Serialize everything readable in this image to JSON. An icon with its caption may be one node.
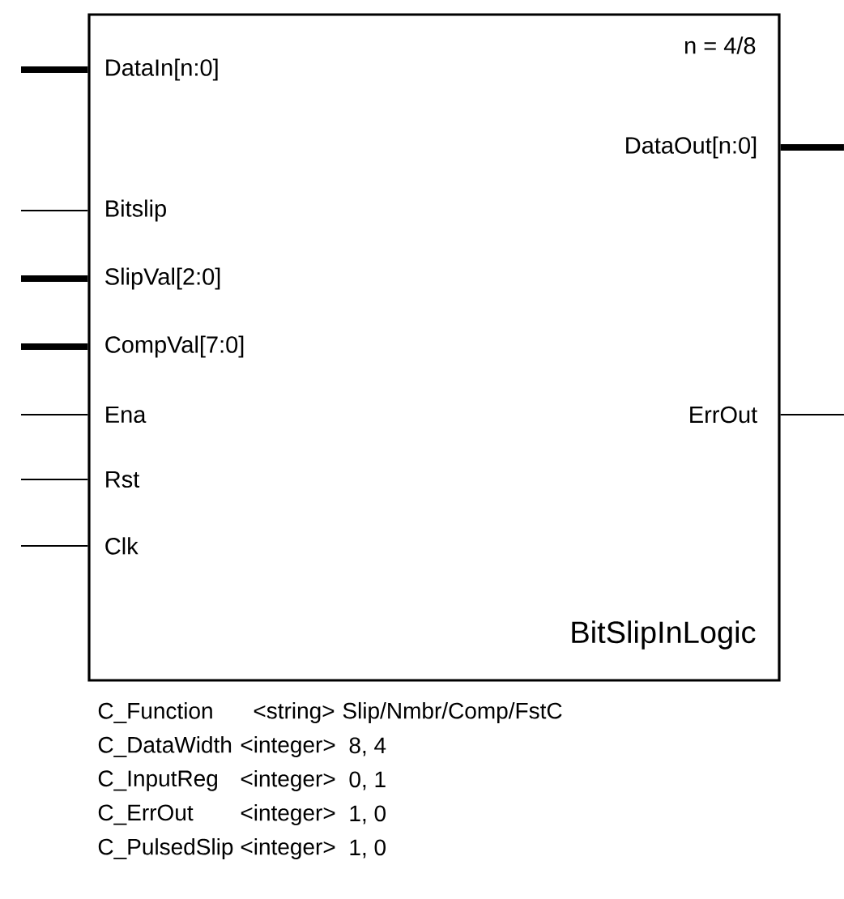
{
  "diagram": {
    "nodes": [
      {
        "text": [
          "n = 4/8",
          "BitSlipInLogic"
        ]
      },
      {
        "text": [
          "DataIn[n:0]"
        ],
        "in": 0
      },
      {
        "text": [
          "DataOut[n:0]"
        ],
        "in": 0
      },
      {
        "text": [
          "Bitslip"
        ],
        "in": 0
      },
      {
        "text": [
          "SlipVal[2:0]"
        ],
        "in": 0
      },
      {
        "text": [
          "CompVal[7:0]"
        ],
        "in": 0
      },
      {
        "text": [
          "Ena"
        ],
        "in": 0
      },
      {
        "text": [
          "ErrOut"
        ],
        "in": 0
      },
      {
        "text": [
          "Rst"
        ],
        "in": 0
      },
      {
        "text": [
          "Clk"
        ],
        "in": 0
      }
    ],
    "edges": [
      {
        "from": null,
        "to": 1,
        "arrow": "none",
        "style": "thick"
      },
      {
        "from": 2,
        "to": null,
        "arrow": "none",
        "style": "thick"
      },
      {
        "from": null,
        "to": 3,
        "arrow": "none"
      },
      {
        "from": null,
        "to": 4,
        "arrow": "none",
        "style": "thick"
      },
      {
        "from": null,
        "to": 5,
        "arrow": "none",
        "style": "thick"
      },
      {
        "from": null,
        "to": 6,
        "arrow": "none"
      },
      {
        "from": 7,
        "to": null,
        "arrow": "none"
      },
      {
        "from": null,
        "to": 8,
        "arrow": "none"
      },
      {
        "from": null,
        "to": 9,
        "arrow": "none"
      }
    ],
    "labels": [
      "C_Function",
      "<string>",
      "Slip/Nmbr/Comp/FstC",
      "C_DataWidth",
      "<integer>",
      "8, 4",
      "C_InputReg",
      "<integer>",
      "0, 1",
      "C_ErrOut",
      "<integer>",
      "1, 0",
      "C_PulsedSlip",
      "<integer>",
      "1, 0"
    ]
  }
}
